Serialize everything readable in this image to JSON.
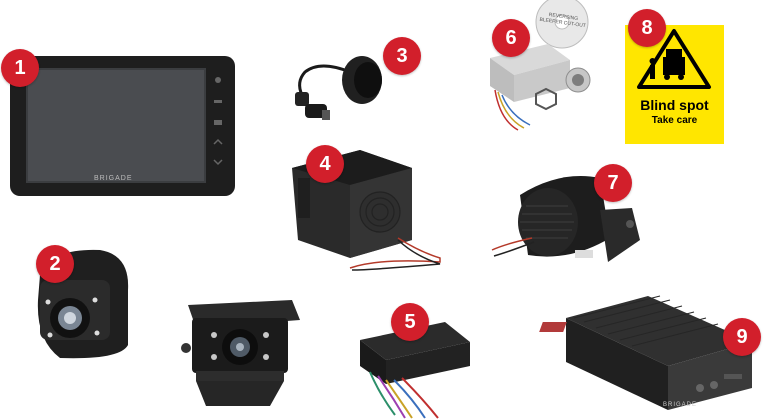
{
  "badge_color": "#d21f2b",
  "badges": [
    {
      "label": "1"
    },
    {
      "label": "2"
    },
    {
      "label": "3"
    },
    {
      "label": "4"
    },
    {
      "label": "5"
    },
    {
      "label": "6"
    },
    {
      "label": "7"
    },
    {
      "label": "8"
    },
    {
      "label": "9"
    }
  ],
  "sign": {
    "title": "Blind spot",
    "subtitle": "Take care",
    "background": "#ffe600"
  },
  "monitor": {
    "brand": "BRIGADE"
  },
  "dvr": {
    "brand": "BRIGADE"
  },
  "reversing_disc": {
    "text": "REVERSING BLEEPER CUT-OUT"
  }
}
